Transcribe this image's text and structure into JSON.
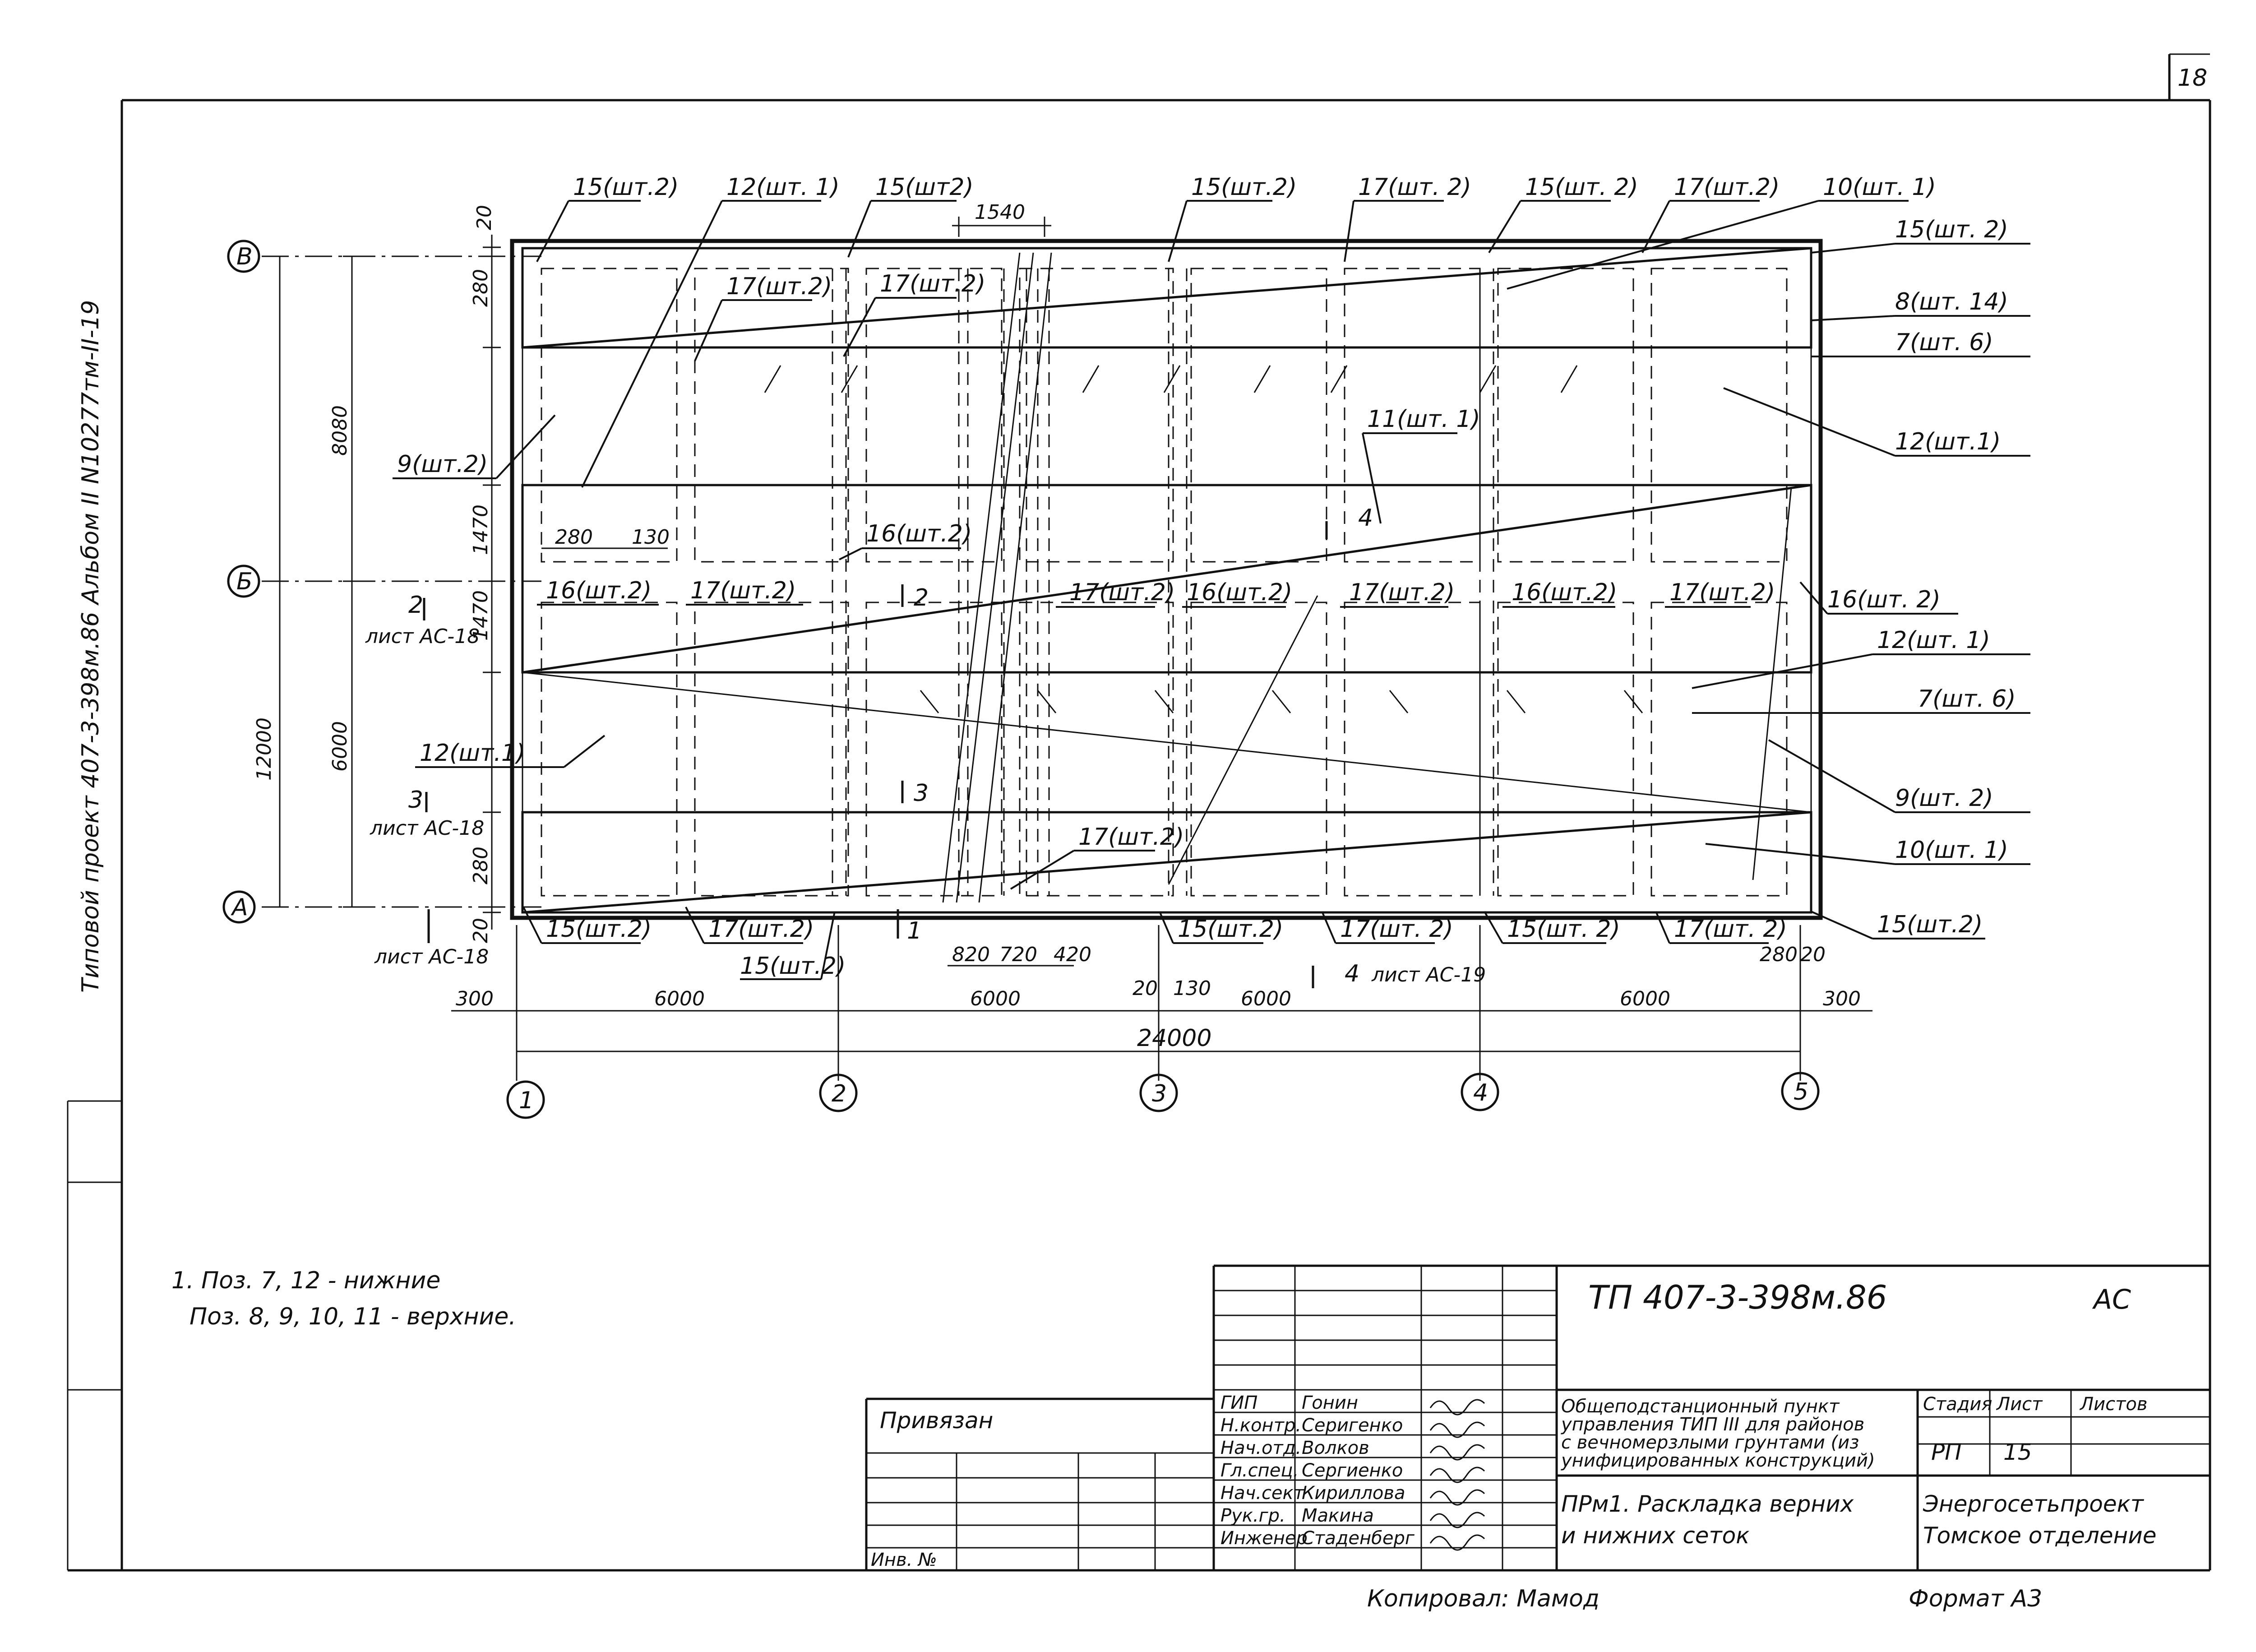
{
  "sheet_number": "18",
  "side_stamp": "Типовой проект 407-3-398м.86 Альбом II N10277тм-II-19",
  "axes_rows": [
    "В",
    "Б",
    "А"
  ],
  "axes_cols": [
    "1",
    "2",
    "3",
    "4",
    "5"
  ],
  "dims": {
    "top_1540": "1540",
    "d20_top": "20",
    "d280_top": "280",
    "d8080": "8080",
    "d1470_a": "1470",
    "d1470_b": "1470",
    "d6000_v": "6000",
    "d12000": "12000",
    "d280_bot": "280",
    "d20_bot": "20",
    "d280_inner": "280",
    "d130_inner": "130",
    "b300_l": "300",
    "b6000_1": "6000",
    "b6000_2": "6000",
    "b20": "20",
    "b130": "130",
    "b6000_3": "6000",
    "b6000_4": "6000",
    "b280": "280",
    "b20r": "20",
    "b300_r": "300",
    "total": "24000",
    "s820": "820",
    "s720": "720",
    "s420": "420"
  },
  "labels": {
    "t1": "15(шт.2)",
    "t2": "12(шт. 1)",
    "t3": "15(шт2)",
    "t4": "15(шт.2)",
    "t5": "17(шт. 2)",
    "t6": "15(шт. 2)",
    "t7": "17(шт.2)",
    "t8": "10(шт. 1)",
    "r1": "15(шт. 2)",
    "r2": "8(шт. 14)",
    "r3": "7(шт. 6)",
    "r4": "12(шт.1)",
    "r5": "16(шт. 2)",
    "r6": "12(шт. 1)",
    "r7": "7(шт. 6)",
    "r8": "9(шт. 2)",
    "r9": "10(шт. 1)",
    "r10": "15(шт.2)",
    "in1": "17(шт.2)",
    "in2": "17(шт.2)",
    "in3": "11(шт. 1)",
    "in4": "16(шт.2)",
    "in5": "16(шт.2)",
    "in6": "17(шт.2)",
    "in7": "17(шт.2)",
    "in8": "16(шт.2)",
    "in9": "17(шт.2)",
    "in10": "16(шт.2)",
    "in11": "17(шт.2)",
    "in12": "17(шт.2)",
    "l1": "9(шт.2)",
    "l2": "12(шт.1)",
    "b1": "15(шт.2)",
    "b2": "17(шт.2)",
    "b3": "15(шт.2)",
    "b4": "15(шт.2)",
    "b5": "17(шт. 2)",
    "b6": "15(шт. 2)",
    "b7": "17(шт. 2)",
    "sec2": "2",
    "sec2_sheet": "лист АС-18",
    "sec3": "3",
    "sec3_sheet": "лист АС-18",
    "sec1": "1",
    "sec1_sheet": "лист АС-18",
    "sec4": "4",
    "sec4_sheet": "лист АС-19",
    "sec2_in": "2",
    "sec3_in": "3",
    "sec4_in": "4"
  },
  "notes": {
    "line1": "1. Поз. 7, 12 - нижние",
    "line2": "Поз. 8, 9, 10, 11 - верхние."
  },
  "title_block": {
    "project_code": "ТП 407-3-398м.86",
    "mark": "АС",
    "privyazan": "Привязан",
    "inv": "Инв. №",
    "roles": [
      "ГИП",
      "Н.контр.",
      "Нач.отд.",
      "Гл.спец.",
      "Нач.сект",
      "Рук.гр.",
      "Инженер"
    ],
    "names": [
      "Гонин",
      "Серигенко",
      "Волков",
      "Сергиенко",
      "Кириллова",
      "Макина",
      "Стаденберг"
    ],
    "object_line1": "Общеподстанционный пункт",
    "object_line2": "управления ТИП III для районов",
    "object_line3": "с вечномерзлыми грунтами (из",
    "object_line4": "унифицированных конструкций)",
    "stage_h": "Стадия",
    "sheet_h": "Лист",
    "sheets_h": "Листов",
    "stage": "РП",
    "sheet": "15",
    "drawing_title1": "ПРм1. Раскладка верних",
    "drawing_title2": "и нижних сеток",
    "org1": "Энергосетьпроект",
    "org2": "Томское отделение"
  },
  "footer": {
    "copied": "Копировал: Мамод",
    "format": "Формат А3"
  }
}
